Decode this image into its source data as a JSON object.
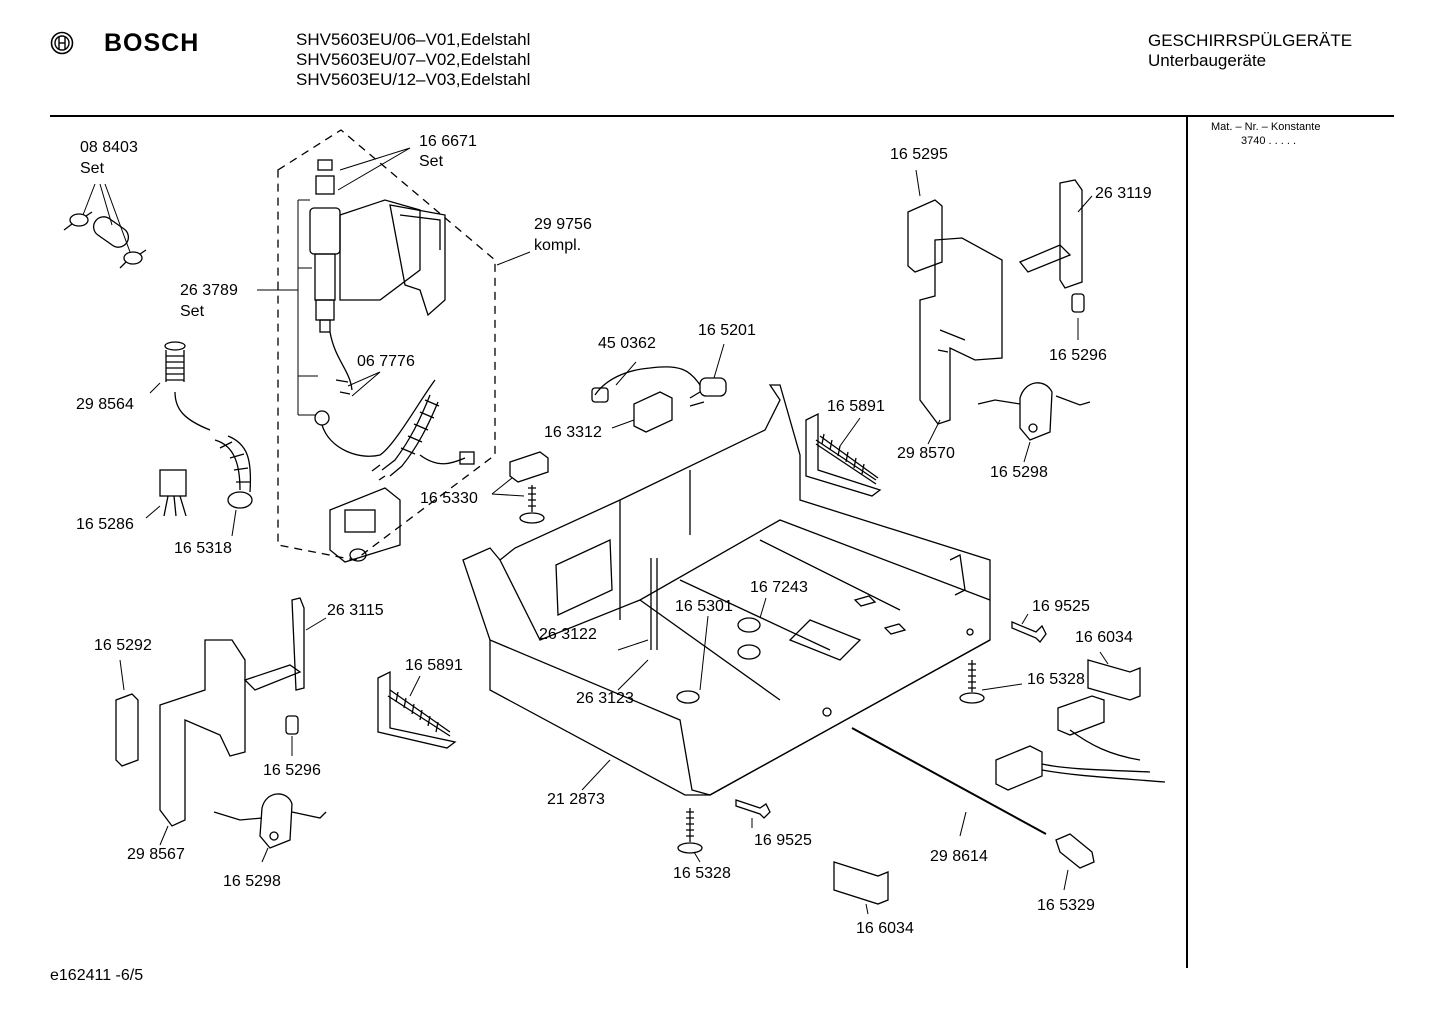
{
  "header": {
    "brand": "BOSCH",
    "models": [
      "SHV5603EU/06–V01,Edelstahl",
      "SHV5603EU/07–V02,Edelstahl",
      "SHV5603EU/12–V03,Edelstahl"
    ],
    "category": "GESCHIRRSPÜLGERÄTE",
    "subcategory": "Unterbaugeräte"
  },
  "side": {
    "mat_label": "Mat. – Nr. – Konstante",
    "mat_value": "3740  .   .   .   .   ."
  },
  "footer": {
    "code": "e162411 -6/5"
  },
  "parts": {
    "p088403": "08 8403",
    "p088403_set": "Set",
    "p166671": "16 6671",
    "p166671_set": "Set",
    "p299756": "29 9756",
    "p299756_kompl": "kompl.",
    "p263789": "26 3789",
    "p263789_set": "Set",
    "p298564": "29 8564",
    "p067776": "06 7776",
    "p165286": "16 5286",
    "p165318": "16 5318",
    "p450362": "45 0362",
    "p165201": "16 5201",
    "p163312": "16 3312",
    "p165330": "16 5330",
    "p165295": "16 5295",
    "p263119": "26 3119",
    "p165296a": "16 5296",
    "p165891a": "16 5891",
    "p298570": "29 8570",
    "p165298a": "16 5298",
    "p167243": "16 7243",
    "p165301": "16 5301",
    "p263122": "26 3122",
    "p263123": "26 3123",
    "p169525a": "16 9525",
    "p166034a": "16 6034",
    "p165328a": "16 5328",
    "p263115": "26 3115",
    "p165292": "16 5292",
    "p165891b": "16 5891",
    "p165296b": "16 5296",
    "p298567": "29 8567",
    "p165298b": "16 5298",
    "p212873": "21 2873",
    "p169525b": "16 9525",
    "p165328b": "16 5328",
    "p166034b": "16 6034",
    "p298614": "29 8614",
    "p165329": "16 5329"
  }
}
